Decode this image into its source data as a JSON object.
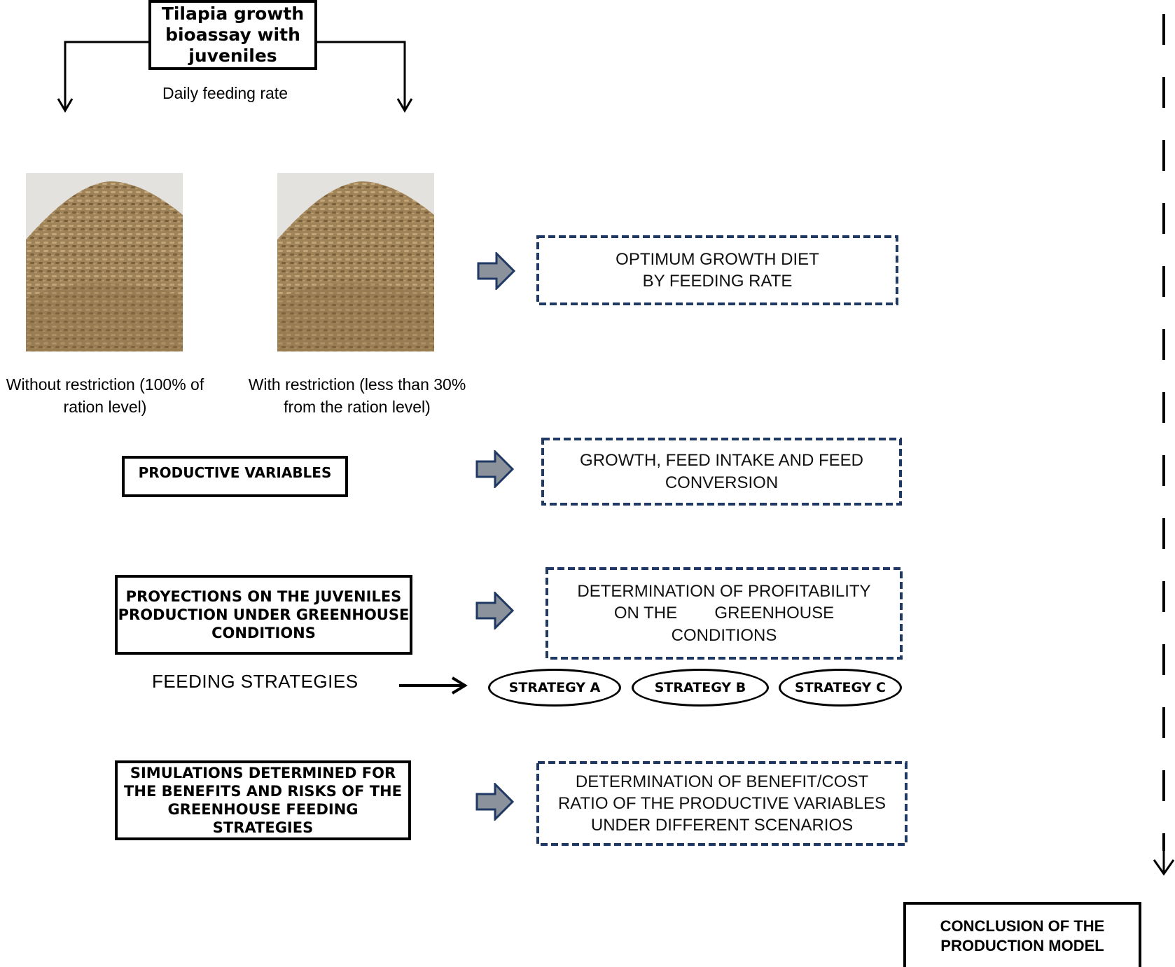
{
  "top": {
    "title": "Tilapia growth\nbioassay with\njuveniles",
    "feeding_rate_label": "Daily feeding rate"
  },
  "treatments": [
    {
      "caption": "Without restriction (100% of\nration level)"
    },
    {
      "caption": "With restriction (less than 30%\nfrom the ration level)"
    }
  ],
  "rows": [
    {
      "result": "OPTIMUM GROWTH DIET\nBY FEEDING RATE"
    },
    {
      "stage": "PRODUCTIVE VARIABLES",
      "result": "GROWTH, FEED INTAKE AND FEED\nCONVERSION"
    },
    {
      "stage": "PROYECTIONS ON THE JUVENILES\nPRODUCTION UNDER GREENHOUSE\nCONDITIONS",
      "result": "DETERMINATION OF PROFITABILITY\nON THE        GREENHOUSE\nCONDITIONS"
    },
    {
      "stage": "SIMULATIONS DETERMINED FOR\nTHE BENEFITS AND RISKS OF THE\nGREENHOUSE FEEDING STRATEGIES",
      "result": "DETERMINATION OF BENEFIT/COST\nRATIO OF THE PRODUCTIVE VARIABLES\nUNDER DIFFERENT SCENARIOS"
    }
  ],
  "feeding_strategies": {
    "label": "FEEDING STRATEGIES",
    "options": [
      "STRATEGY A",
      "STRATEGY B",
      "STRATEGY C"
    ]
  },
  "conclusion": "CONCLUSION OF THE\nPRODUCTION MODEL",
  "colors": {
    "dashed_border": "#1f3864",
    "arrow_fill": "#8c929b",
    "arrow_stroke": "#1f3864",
    "pellet": "#9c7f55"
  }
}
